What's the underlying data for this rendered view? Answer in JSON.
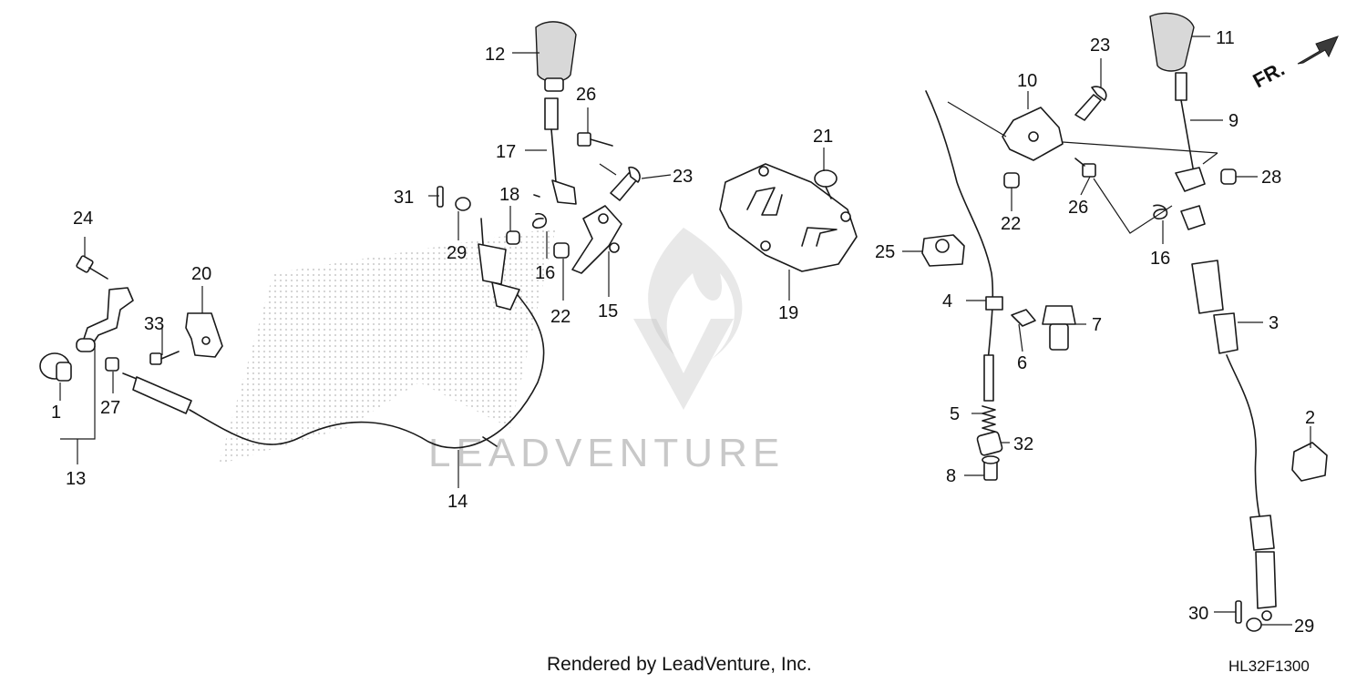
{
  "diagram": {
    "direction_label": "FR.",
    "watermark_text": "LEADVENTURE",
    "footer_credit": "Rendered by LeadVenture, Inc.",
    "diagram_code": "HL32F1300",
    "callouts": [
      "1",
      "2",
      "3",
      "4",
      "5",
      "6",
      "7",
      "8",
      "9",
      "10",
      "11",
      "12",
      "13",
      "14",
      "15",
      "16",
      "16",
      "17",
      "18",
      "19",
      "20",
      "21",
      "22",
      "22",
      "23",
      "23",
      "24",
      "25",
      "26",
      "26",
      "27",
      "28",
      "29",
      "29",
      "30",
      "31",
      "32",
      "33"
    ]
  },
  "colors": {
    "line": "#1a1a1a",
    "watermark": "#c8c8c8",
    "background": "#ffffff"
  },
  "icons": [
    "front-direction-arrow-icon",
    "leadventure-flame-logo"
  ]
}
